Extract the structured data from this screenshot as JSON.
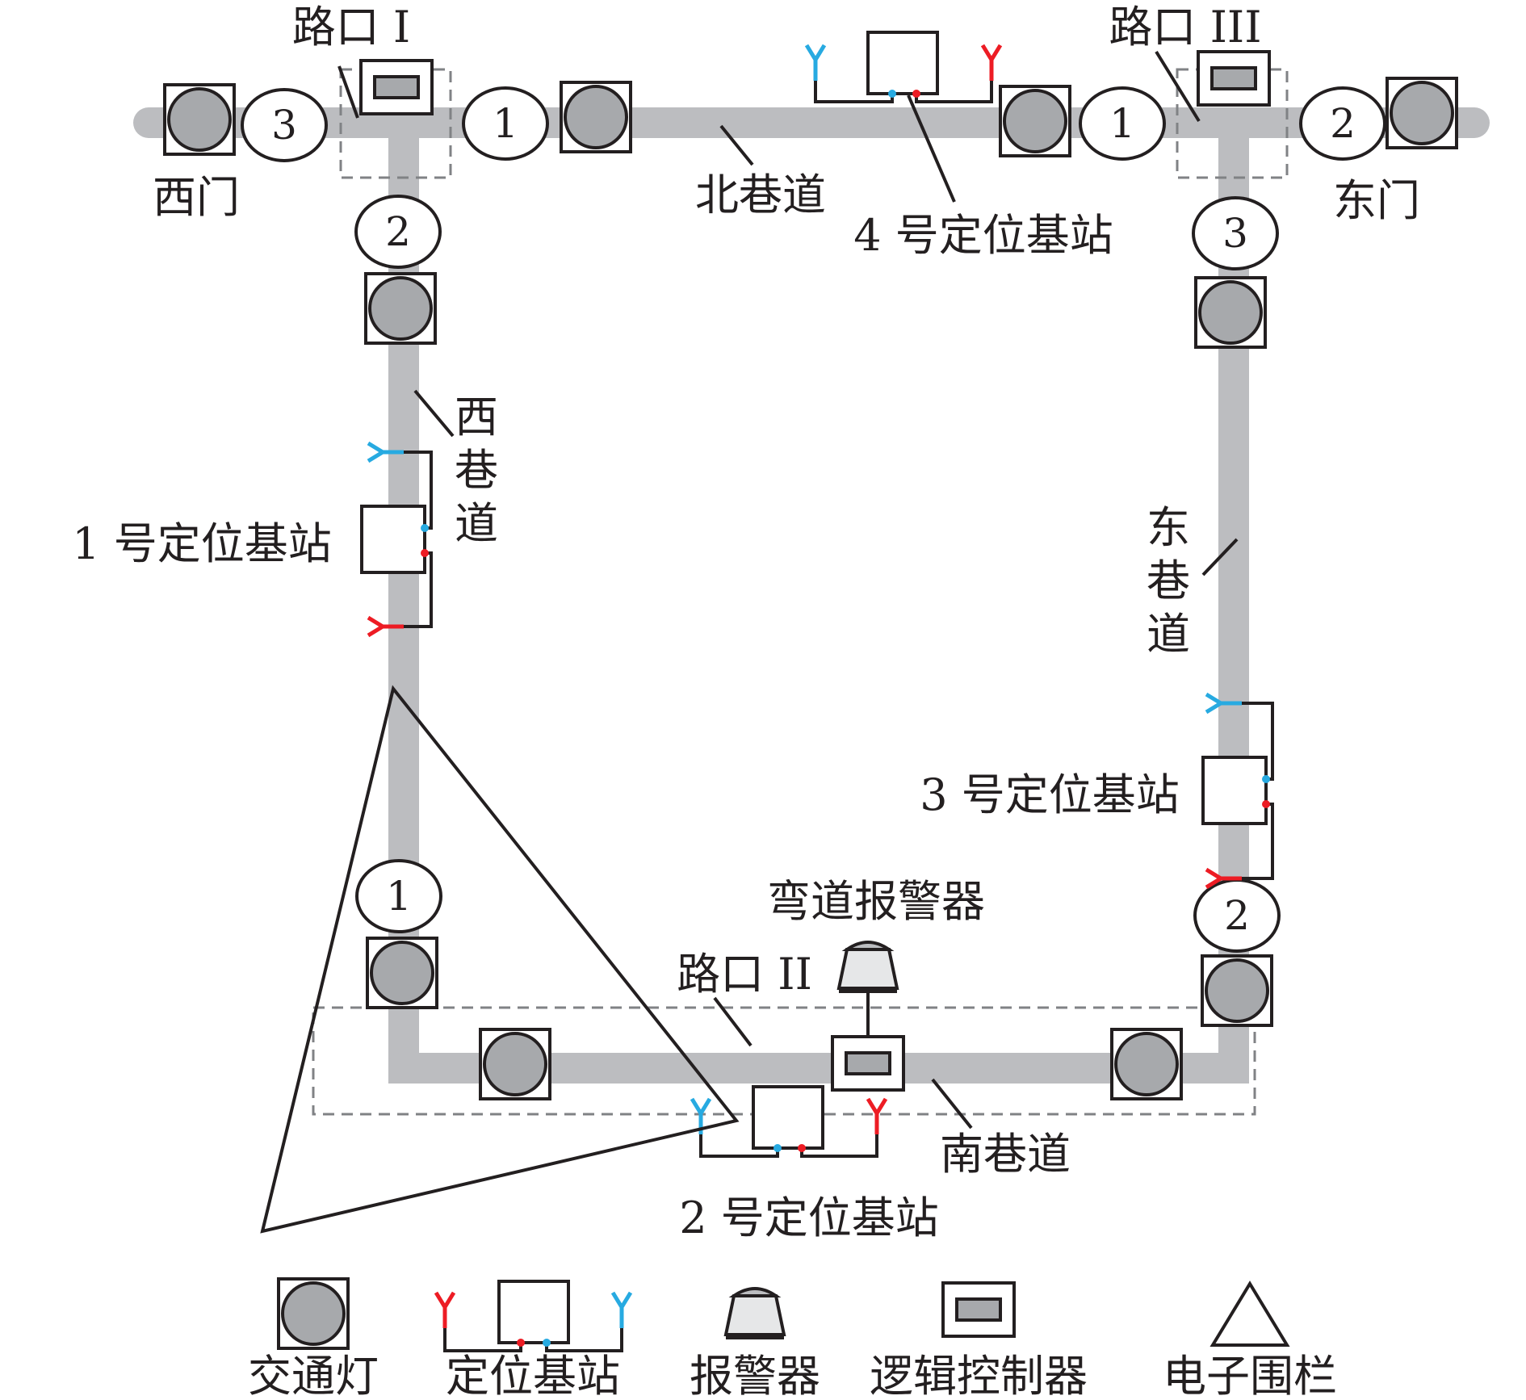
{
  "colors": {
    "road": "#bcbdc0",
    "lamp": "#a7a9ac",
    "antenna_blue": "#27aae1",
    "antenna_red": "#ed1c24",
    "fence_stroke": "#231f20",
    "zone_stroke": "#808285"
  },
  "gates": {
    "west": "西门",
    "east": "东门"
  },
  "intersections": {
    "i1": "路口 I",
    "i2": "路口 II",
    "i3": "路口 III"
  },
  "roadways": {
    "north": "北巷道",
    "south": "南巷道",
    "west_chars": [
      "西",
      "巷",
      "道"
    ],
    "east_chars": [
      "东",
      "巷",
      "道"
    ]
  },
  "stations": {
    "s1": "1 号定位基站",
    "s2": "2 号定位基站",
    "s3": "3 号定位基站",
    "s4": "4 号定位基站"
  },
  "alarm_label": "弯道报警器",
  "signal_numbers": {
    "i1_west": "3",
    "i1_east": "1",
    "i1_south": "2",
    "i3_west": "1",
    "i3_east": "2",
    "i3_south": "3",
    "i2_west": "1",
    "i2_east": "2"
  },
  "legend": {
    "traffic_light": "交通灯",
    "station": "定位基站",
    "alarm": "报警器",
    "controller": "逻辑控制器",
    "fence": "电子围栏"
  }
}
